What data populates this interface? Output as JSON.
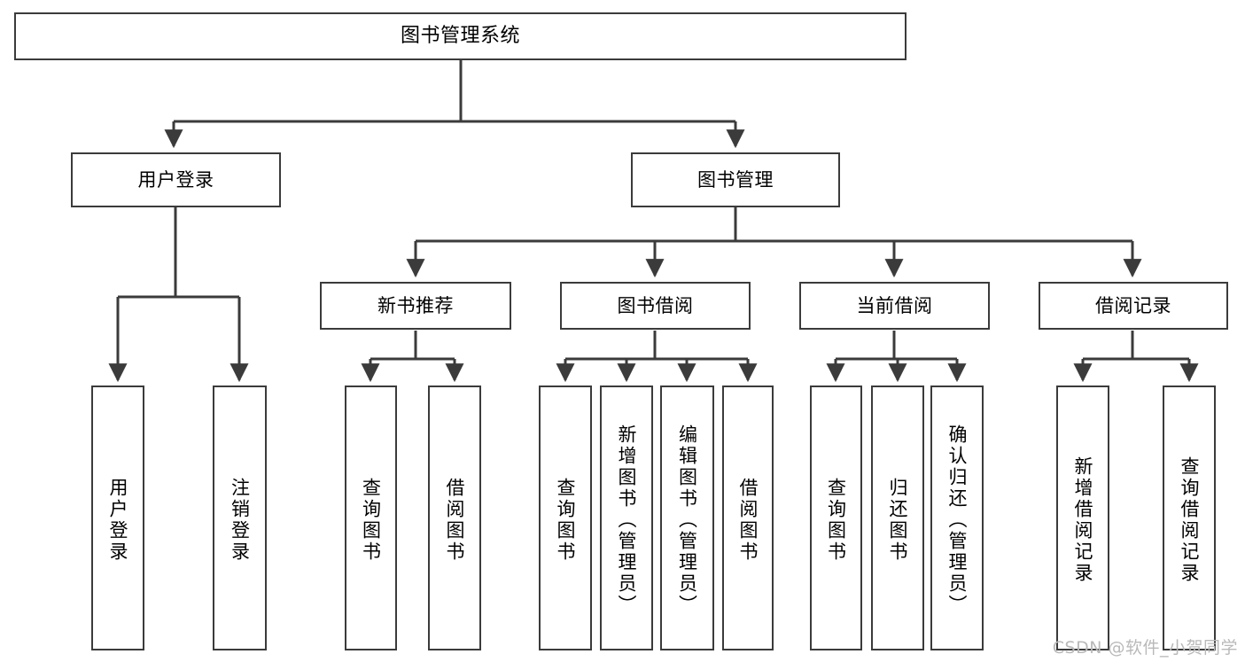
{
  "diagram": {
    "type": "tree-hierarchy",
    "title": "图书管理系统",
    "watermark": "CSDN @软件_小贺同学",
    "colors": {
      "box_stroke": "#3b3b3b",
      "box_fill": "#ffffff",
      "edge": "#3b3b3b",
      "text": "#000000",
      "watermark": "#b9b9b9"
    },
    "levels": {
      "root": {
        "label": "图书管理系统"
      },
      "level1": [
        {
          "id": "user-login",
          "label": "用户登录"
        },
        {
          "id": "book-manage",
          "label": "图书管理"
        }
      ],
      "level2": [
        {
          "id": "new-book-recommend",
          "label": "新书推荐",
          "parent": "book-manage"
        },
        {
          "id": "book-borrow",
          "label": "图书借阅",
          "parent": "book-manage"
        },
        {
          "id": "current-borrow",
          "label": "当前借阅",
          "parent": "book-manage"
        },
        {
          "id": "borrow-record",
          "label": "借阅记录",
          "parent": "book-manage"
        }
      ],
      "leaves": [
        {
          "id": "leaf-user-login",
          "label": "用户登录",
          "parent": "user-login"
        },
        {
          "id": "leaf-logout",
          "label": "注销登录",
          "parent": "user-login"
        },
        {
          "id": "leaf-query-book-1",
          "label": "查询图书",
          "parent": "new-book-recommend"
        },
        {
          "id": "leaf-borrow-book-1",
          "label": "借阅图书",
          "parent": "new-book-recommend"
        },
        {
          "id": "leaf-query-book-2",
          "label": "查询图书",
          "parent": "book-borrow"
        },
        {
          "id": "leaf-add-book",
          "label": "新增图书（管理员）",
          "parent": "book-borrow"
        },
        {
          "id": "leaf-edit-book",
          "label": "编辑图书（管理员）",
          "parent": "book-borrow"
        },
        {
          "id": "leaf-borrow-book-2",
          "label": "借阅图书",
          "parent": "book-borrow"
        },
        {
          "id": "leaf-query-book-3",
          "label": "查询图书",
          "parent": "current-borrow"
        },
        {
          "id": "leaf-return-book",
          "label": "归还图书",
          "parent": "current-borrow"
        },
        {
          "id": "leaf-confirm-return",
          "label": "确认归还（管理员）",
          "parent": "current-borrow"
        },
        {
          "id": "leaf-add-record",
          "label": "新增借阅记录",
          "parent": "borrow-record"
        },
        {
          "id": "leaf-query-record",
          "label": "查询借阅记录",
          "parent": "borrow-record"
        }
      ]
    }
  }
}
